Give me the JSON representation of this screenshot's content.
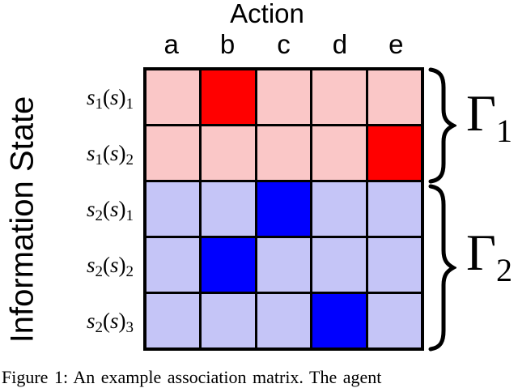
{
  "figure": {
    "x_axis_title": "Action",
    "y_axis_title": "Information State",
    "columns": [
      "a",
      "b",
      "c",
      "d",
      "e"
    ],
    "rows": [
      {
        "var": "s",
        "var_sub": "1",
        "open": "(",
        "arg": "s",
        "close": ")",
        "sub": "1"
      },
      {
        "var": "s",
        "var_sub": "1",
        "open": "(",
        "arg": "s",
        "close": ")",
        "sub": "2"
      },
      {
        "var": "s",
        "var_sub": "2",
        "open": "(",
        "arg": "s",
        "close": ")",
        "sub": "1"
      },
      {
        "var": "s",
        "var_sub": "2",
        "open": "(",
        "arg": "s",
        "close": ")",
        "sub": "2"
      },
      {
        "var": "s",
        "var_sub": "2",
        "open": "(",
        "arg": "s",
        "close": ")",
        "sub": "3"
      }
    ],
    "groups": [
      {
        "symbol": "Γ",
        "sub": "1"
      },
      {
        "symbol": "Γ",
        "sub": "2"
      }
    ],
    "colors": {
      "group1_base": "#fac7c7",
      "group1_highlight": "#ff0000",
      "group2_base": "#c5c5f7",
      "group2_highlight": "#0000ff",
      "grid_line": "#000000"
    }
  },
  "chart_data": {
    "type": "heatmap",
    "title": "Action",
    "xlabel": "Action",
    "ylabel": "Information State",
    "columns": [
      "a",
      "b",
      "c",
      "d",
      "e"
    ],
    "rows": [
      "s1(s)1",
      "s1(s)2",
      "s2(s)1",
      "s2(s)2",
      "s2(s)3"
    ],
    "cells": [
      [
        0,
        1,
        0,
        0,
        0
      ],
      [
        0,
        0,
        0,
        0,
        1
      ],
      [
        0,
        0,
        1,
        0,
        0
      ],
      [
        0,
        1,
        0,
        0,
        0
      ],
      [
        0,
        0,
        0,
        1,
        0
      ]
    ],
    "cell_legend": "1 = highlighted cell (saturated red/blue), 0 = base-tint cell",
    "highlighted": [
      {
        "row": "s1(s)1",
        "action": "b",
        "color": "#ff0000"
      },
      {
        "row": "s1(s)2",
        "action": "e",
        "color": "#ff0000"
      },
      {
        "row": "s2(s)1",
        "action": "c",
        "color": "#0000ff"
      },
      {
        "row": "s2(s)2",
        "action": "b",
        "color": "#0000ff"
      },
      {
        "row": "s2(s)3",
        "action": "d",
        "color": "#0000ff"
      }
    ],
    "row_groups": [
      {
        "name": "Γ1",
        "row_indices": [
          0,
          1
        ],
        "base_color": "#fac7c7",
        "highlight_color": "#ff0000"
      },
      {
        "name": "Γ2",
        "row_indices": [
          2,
          3,
          4
        ],
        "base_color": "#c5c5f7",
        "highlight_color": "#0000ff"
      }
    ],
    "legend_position": "right-braces"
  },
  "caption": "Figure 1: An example association matrix.  The agent"
}
